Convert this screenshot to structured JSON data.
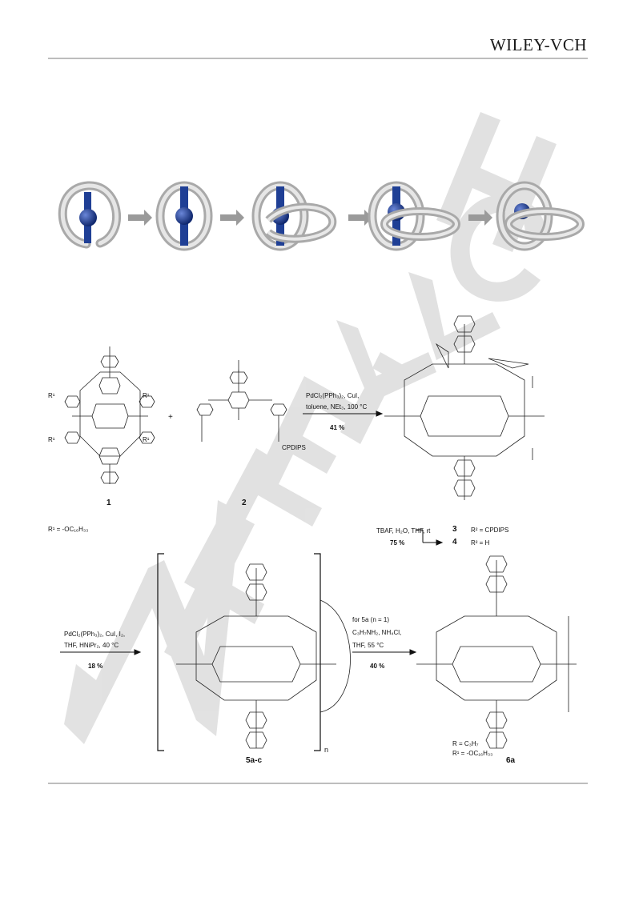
{
  "header": {
    "publisher": "WILEY-VCH"
  },
  "watermark": {
    "text": "WILEY-VCH"
  },
  "scheme1": {
    "compounds": {
      "c1": "1",
      "c2": "2",
      "c3": "3",
      "c4": "4",
      "c5": "5a-c",
      "c6": "6a"
    },
    "r1_definition": "R¹ = -OC₁₆H₃₃",
    "plus": "+",
    "step1": {
      "reagents": "PdCl₂(PPh₃)₂, CuI,",
      "solvent": "toluene, NEt₃, 100 °C",
      "yield": "41 %"
    },
    "step2": {
      "reagents": "TBAF, H₂O, THF, rt",
      "yield": "75 %",
      "r2_cpdips": "R² = CPDIPS",
      "r2_h": "R² = H"
    },
    "step3": {
      "reagents": "PdCl₂(PPh₃)₂, CuI, I₂,",
      "solvent": "THF, HNiPr₂, 40 °C",
      "yield": "18 %"
    },
    "step4": {
      "condition": "for 5a (n = 1)",
      "reagents": "C₃H₇NH₂, NH₄Cl,",
      "solvent": "THF, 55 °C",
      "yield": "40 %"
    },
    "bracket_n": "n",
    "r_definition": "R = C₃H₇",
    "r1_definition_6a": "R¹ = -OC₁₆H₃₃",
    "label_cpdips": "CPDIPS"
  },
  "colors": {
    "rod": "#1f3f95",
    "ring": "#c7c7c7",
    "rule": "#bdbdbd",
    "watermark": "#cfcfcf"
  }
}
